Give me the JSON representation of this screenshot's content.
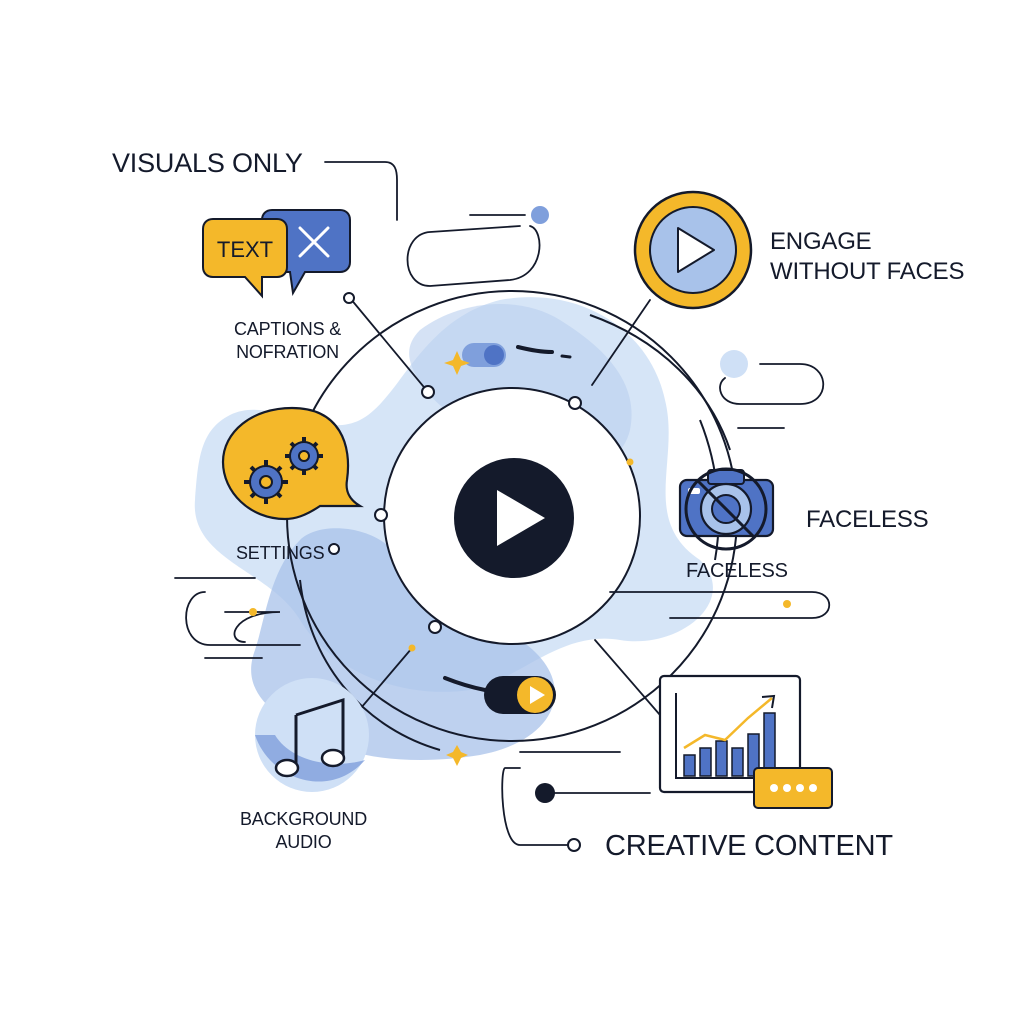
{
  "labels": {
    "visuals_only": "VISUALS ONLY",
    "engage_line1": "ENGAGE",
    "engage_line2": "WITHOUT FACES",
    "captions_line1": "CAPTIONS &",
    "captions_line2": "NOFRATION",
    "settings": "SETTINGS",
    "faceless_right": "FACELESS",
    "faceless_camera": "FACELESS",
    "background_line1": "BACKGROUND",
    "background_line2": "AUDIO",
    "creative_content": "CREATIVE CONTENT",
    "text_bubble": "TEXT"
  },
  "colors": {
    "navy": "#141a2b",
    "blue": "#4f73c5",
    "light_blue": "#a8c2ea",
    "pale_blue": "#cfe0f6",
    "yellow": "#f4b82a",
    "white": "#ffffff"
  },
  "icons": [
    "play-icon",
    "text-bubble-icon",
    "close-icon",
    "gears-icon",
    "music-note-icon",
    "camera-icon",
    "no-face-slash-icon",
    "bar-chart-icon",
    "trend-arrow-icon",
    "more-dots-icon",
    "sparkle-icon"
  ],
  "chart_icon": {
    "bars": [
      3,
      4,
      5,
      4,
      6,
      9
    ]
  }
}
